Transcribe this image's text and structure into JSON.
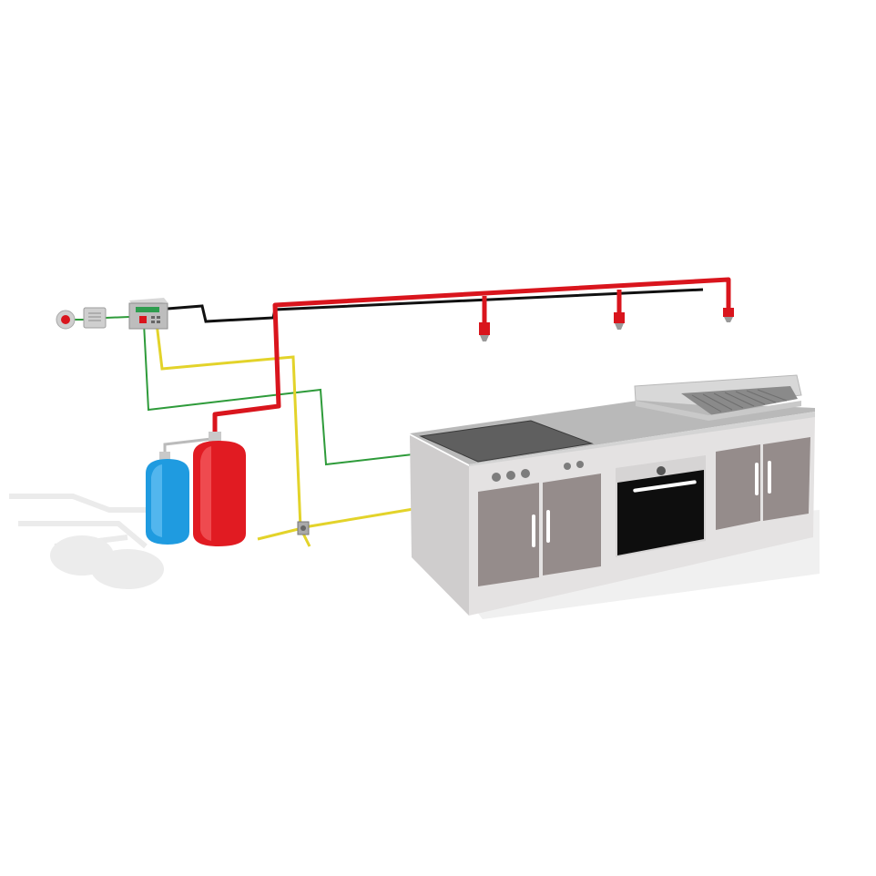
{
  "colors": {
    "background": "#ffffff",
    "shadow": "#e9e9e9",
    "pipe_agent": "#d9151d",
    "pipe_agent_dark": "#9c0f14",
    "wire_detection": "#111111",
    "wire_green": "#2e9b3a",
    "wire_yellow": "#e3d32a",
    "cylinder_red": "#e11b22",
    "cylinder_blue": "#1f9be0",
    "cabinet_body": "#e4e2e2",
    "cabinet_door": "#958c8b",
    "countertop": "#b9b9b9",
    "hob": "#5f5f5f",
    "oven_door": "#0e0e0e",
    "panel_body": "#bdbdbd",
    "panel_screen": "#2f9d4f"
  },
  "components": {
    "manual_call_point": "manual-release-button",
    "alarm_sounder": "alarm-sounder",
    "control_panel": "fire-control-panel",
    "agent_cylinder": "red-extinguishing-agent-cylinder",
    "propellant_cylinder": "blue-propellant-cylinder",
    "nozzles": [
      "nozzle-1",
      "nozzle-2",
      "nozzle-3"
    ],
    "gas_valve": "gas-shutoff-valve",
    "kitchen_line": [
      "induction-hob",
      "built-in-oven",
      "griddle-plate",
      "base-cabinets"
    ]
  }
}
